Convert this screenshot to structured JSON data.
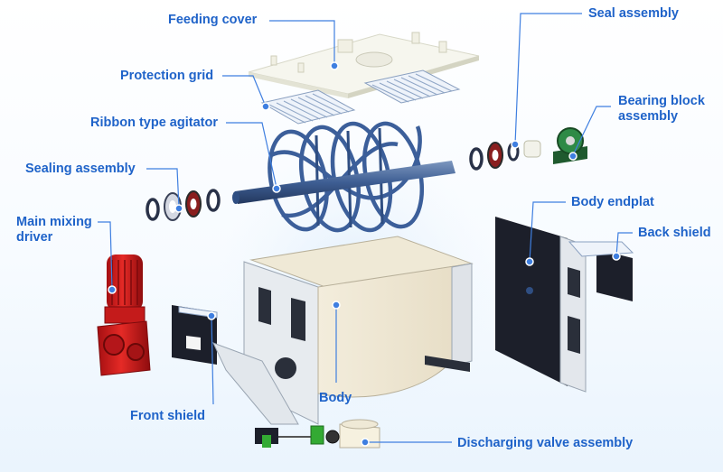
{
  "colors": {
    "label": "#1f63c9",
    "callout": "#3f7fe0",
    "agitator": "#3c5f9a",
    "driver": "#d01e1e",
    "valve": "#33aa33"
  },
  "labels": {
    "feeding_cover": "Feeding cover",
    "protection_grid": "Protection grid",
    "ribbon_agitator": "Ribbon type agitator",
    "sealing_assembly": "Sealing assembly",
    "main_mixing_driver": "Main mixing driver",
    "front_shield": "Front shield",
    "body": "Body",
    "discharging_valve": "Discharging valve assembly",
    "seal_assembly": "Seal assembly",
    "bearing_block": "Bearing block assembly",
    "body_endplat": "Body endplat",
    "back_shield": "Back shield"
  }
}
